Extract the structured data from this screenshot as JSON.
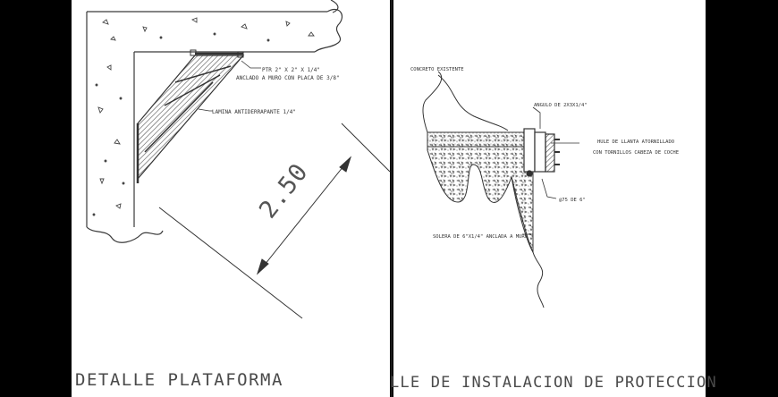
{
  "colors": {
    "background": "#000000",
    "sheet": "#ffffff",
    "linework": "#3a3a3a",
    "hatch": "#555555"
  },
  "left_panel": {
    "title": "DETALLE PLATAFORMA",
    "label_ptr": "PTR 2\" X 2\" X 1/4\"",
    "label_anclado": "ANCLADO A MURO CON PLACA DE 3/8\"",
    "label_lamina": "LAMINA ANTIDERRAPANTE 1/4\"",
    "dimension": "2.50"
  },
  "right_panel": {
    "title": "LLE DE INSTALACION DE PROTECCION",
    "label_concreto": "CONCRETO EXISTENTE",
    "label_angulo": "ANGULO DE 2X3X1/4\"",
    "label_hule": "HULE DE LLANTA ATORNILLADO",
    "label_tornillos": "CON TORNILLOS CABEZA DE COCHE",
    "label_solera": "SOLERA DE 6\"X1/4\" ANCLADA A MURO",
    "label_sep": "@75 DE 6\""
  }
}
